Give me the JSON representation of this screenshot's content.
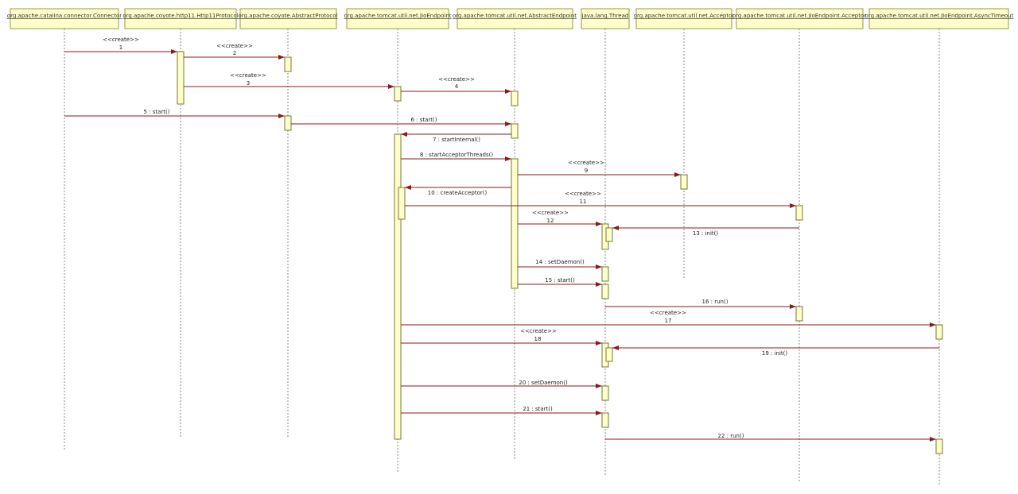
{
  "lifelines": [
    {
      "id": "connector",
      "title": "org.apache.catalina.connector.Connector"
    },
    {
      "id": "http11",
      "title": "org.apache.coyote.http11.Http11Protocol"
    },
    {
      "id": "abstractProtocol",
      "title": "org.apache.coyote.AbstractProtocol"
    },
    {
      "id": "jioEndpoint",
      "title": "org.apache.tomcat.util.net.JIoEndpoint"
    },
    {
      "id": "abstractEndpoint",
      "title": "org.apache.tomcat.util.net.AbstractEndpoint"
    },
    {
      "id": "thread",
      "title": "java.lang.Thread"
    },
    {
      "id": "acceptor",
      "title": "org.apache.tomcat.util.net.Acceptor"
    },
    {
      "id": "jioAcceptor",
      "title": "org.apache.tomcat.util.net.JIoEndpoint.Acceptor"
    },
    {
      "id": "asyncTimeout",
      "title": "org.apache.tomcat.util.net.JIoEndpoint.AsyncTimeout"
    }
  ],
  "messages": [
    {
      "stereotype": "<<create>>",
      "label": "1",
      "from": "connector",
      "to": "http11"
    },
    {
      "stereotype": "<<create>>",
      "label": "2",
      "from": "http11",
      "to": "abstractProtocol"
    },
    {
      "stereotype": "<<create>>",
      "label": "3",
      "from": "http11",
      "to": "jioEndpoint"
    },
    {
      "stereotype": "<<create>>",
      "label": "4",
      "from": "jioEndpoint",
      "to": "abstractEndpoint"
    },
    {
      "label": "5 : start()",
      "from": "connector",
      "to": "abstractProtocol"
    },
    {
      "label": "6 : start()",
      "from": "abstractProtocol",
      "to": "abstractEndpoint"
    },
    {
      "label": "7 : startInternal()",
      "from": "abstractEndpoint",
      "to": "jioEndpoint"
    },
    {
      "label": "8 : startAcceptorThreads()",
      "from": "jioEndpoint",
      "to": "abstractEndpoint"
    },
    {
      "stereotype": "<<create>>",
      "label": "9",
      "from": "abstractEndpoint",
      "to": "acceptor"
    },
    {
      "label": "10 : createAcceptor()",
      "from": "abstractEndpoint",
      "to": "jioEndpoint"
    },
    {
      "stereotype": "<<create>>",
      "label": "11",
      "from": "jioEndpoint",
      "to": "jioAcceptor"
    },
    {
      "stereotype": "<<create>>",
      "label": "12",
      "from": "abstractEndpoint",
      "to": "thread"
    },
    {
      "label": "13 : init()",
      "from": "jioAcceptor",
      "to": "thread"
    },
    {
      "label": "14 : setDaemon()",
      "from": "abstractEndpoint",
      "to": "thread"
    },
    {
      "label": "15 : start()",
      "from": "abstractEndpoint",
      "to": "thread"
    },
    {
      "label": "16 : run()",
      "from": "thread",
      "to": "jioAcceptor"
    },
    {
      "stereotype": "<<create>>",
      "label": "17",
      "from": "jioEndpoint",
      "to": "asyncTimeout"
    },
    {
      "stereotype": "<<create>>",
      "label": "18",
      "from": "jioEndpoint",
      "to": "thread"
    },
    {
      "label": "19 : init()",
      "from": "asyncTimeout",
      "to": "thread"
    },
    {
      "label": "20 : setDaemon()",
      "from": "jioEndpoint",
      "to": "thread"
    },
    {
      "label": "21 : start()",
      "from": "jioEndpoint",
      "to": "thread"
    },
    {
      "label": "22 : run()",
      "from": "thread",
      "to": "asyncTimeout"
    }
  ],
  "colors": {
    "lifeline_fill": "#ffffcc",
    "lifeline_border": "#999933",
    "message_line": "#8b1a1a"
  }
}
